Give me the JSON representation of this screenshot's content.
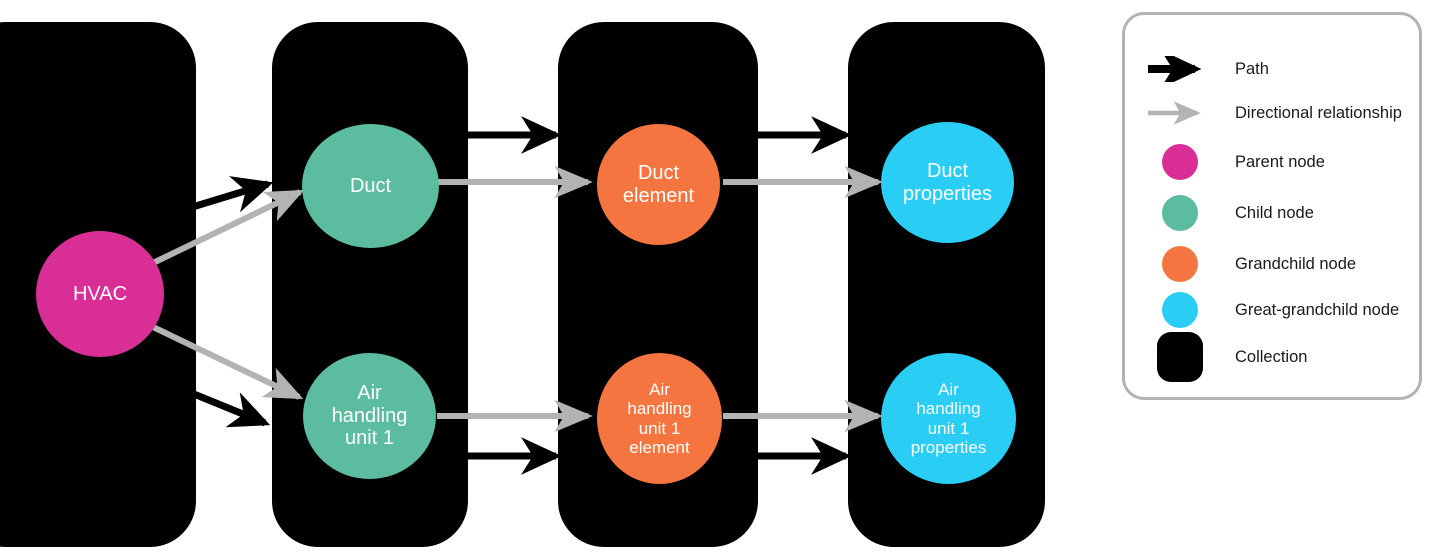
{
  "diagram": {
    "title": "HVAC hierarchy collections diagram",
    "colors": {
      "parent": "#d92e96",
      "child": "#5cbca0",
      "grandchild": "#f47540",
      "great_grandchild": "#2acef5",
      "collection": "#000000",
      "path_arrow": "#000000",
      "directional_arrow": "#b3b3b3",
      "legend_border": "#b3b3b3",
      "node_text": "#ffffff",
      "legend_text": "#1a1a1a"
    },
    "collections": [
      {
        "name": "collection-1"
      },
      {
        "name": "collection-2"
      },
      {
        "name": "collection-3"
      },
      {
        "name": "collection-4"
      }
    ],
    "nodes": [
      {
        "id": "hvac",
        "label": "HVAC",
        "type": "parent",
        "font_size": 20
      },
      {
        "id": "duct",
        "label": "Duct",
        "type": "child",
        "font_size": 20
      },
      {
        "id": "ahu1",
        "label": "Air\nhandling\nunit 1",
        "type": "child",
        "font_size": 20
      },
      {
        "id": "duct-element",
        "label": "Duct\nelement",
        "type": "grandchild",
        "font_size": 20
      },
      {
        "id": "ahu1-element",
        "label": "Air\nhandling\nunit 1\nelement",
        "type": "grandchild",
        "font_size": 17
      },
      {
        "id": "duct-properties",
        "label": "Duct\nproperties",
        "type": "great_grandchild",
        "font_size": 20
      },
      {
        "id": "ahu1-properties",
        "label": "Air\nhandling\nunit 1\nproperties",
        "type": "great_grandchild",
        "font_size": 17
      }
    ],
    "edges": [
      {
        "from": "hvac",
        "to": "duct",
        "kind": "path"
      },
      {
        "from": "hvac",
        "to": "ahu1",
        "kind": "path"
      },
      {
        "from": "hvac",
        "to": "duct",
        "kind": "directional"
      },
      {
        "from": "hvac",
        "to": "ahu1",
        "kind": "directional"
      },
      {
        "from": "duct",
        "to": "duct-element",
        "kind": "path"
      },
      {
        "from": "duct",
        "to": "duct-element",
        "kind": "directional"
      },
      {
        "from": "ahu1",
        "to": "ahu1-element",
        "kind": "path"
      },
      {
        "from": "ahu1",
        "to": "ahu1-element",
        "kind": "directional"
      },
      {
        "from": "duct-element",
        "to": "duct-properties",
        "kind": "path"
      },
      {
        "from": "duct-element",
        "to": "duct-properties",
        "kind": "directional"
      },
      {
        "from": "ahu1-element",
        "to": "ahu1-properties",
        "kind": "path"
      },
      {
        "from": "ahu1-element",
        "to": "ahu1-properties",
        "kind": "directional"
      }
    ]
  },
  "legend": {
    "items": [
      {
        "symbol": "black-arrow",
        "label": "Path"
      },
      {
        "symbol": "gray-arrow",
        "label": "Directional relationship"
      },
      {
        "symbol": "magenta-circle",
        "label": "Parent node"
      },
      {
        "symbol": "green-circle",
        "label": "Child node"
      },
      {
        "symbol": "orange-circle",
        "label": "Grandchild node"
      },
      {
        "symbol": "cyan-circle",
        "label": "Great-grandchild node"
      },
      {
        "symbol": "black-rounded-rect",
        "label": "Collection"
      }
    ]
  }
}
